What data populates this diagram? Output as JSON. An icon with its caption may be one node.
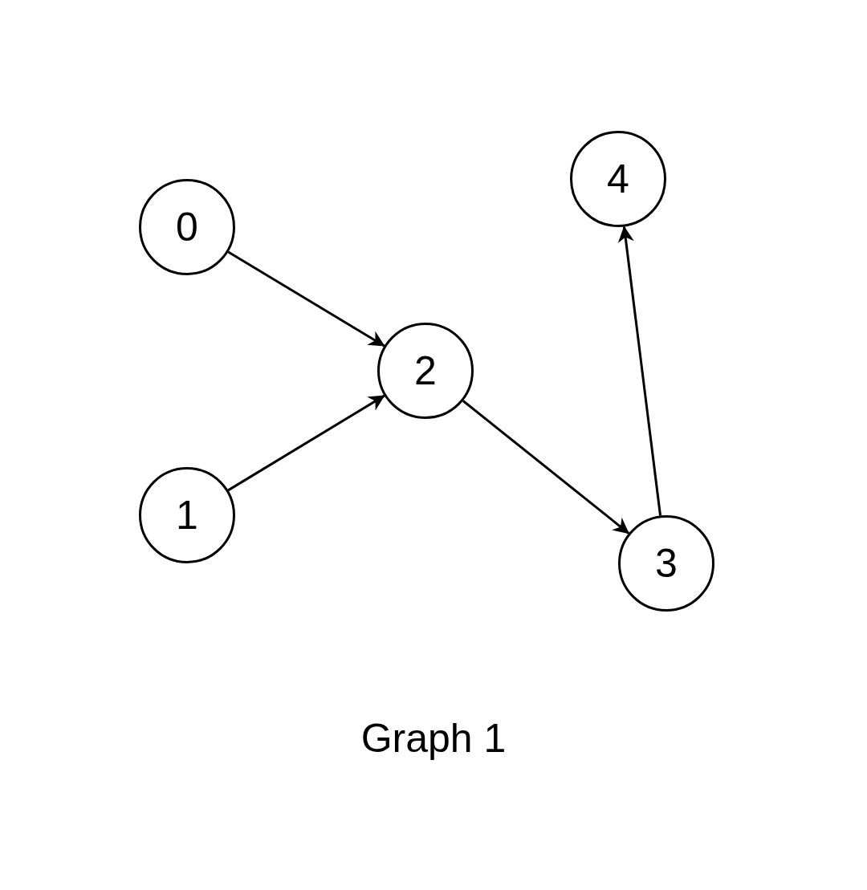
{
  "diagram": {
    "caption": "Graph 1",
    "nodes": [
      {
        "text": [
          "0"
        ]
      },
      {
        "text": [
          "1"
        ]
      },
      {
        "text": [
          "2"
        ]
      },
      {
        "text": [
          "3"
        ]
      },
      {
        "text": [
          "4"
        ]
      }
    ],
    "edges": [
      {
        "from": 0,
        "to": 2,
        "arrow": "to"
      },
      {
        "from": 1,
        "to": 2,
        "arrow": "to"
      },
      {
        "from": 2,
        "to": 3,
        "arrow": "to"
      },
      {
        "from": 3,
        "to": 4,
        "arrow": "to"
      }
    ]
  }
}
